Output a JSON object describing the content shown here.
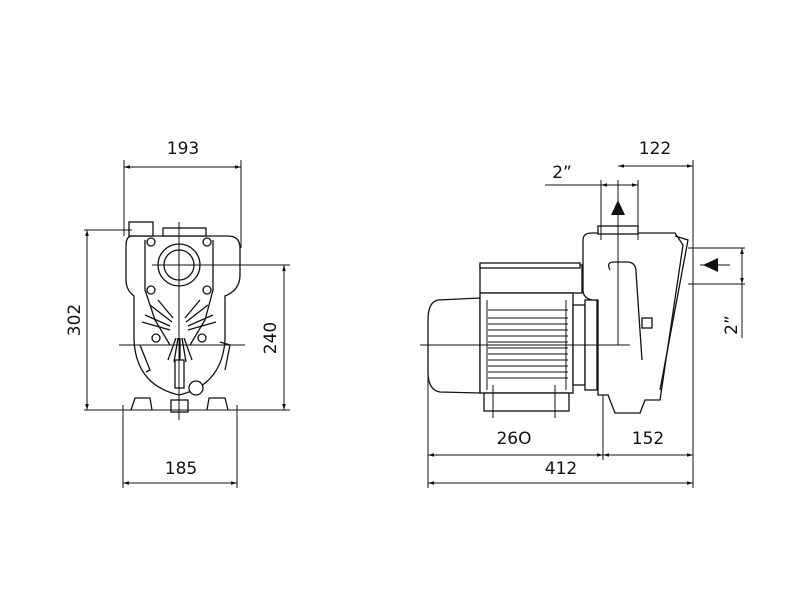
{
  "front_view": {
    "width_top": "193",
    "height_total": "302",
    "height_outlet": "240",
    "width_base": "185"
  },
  "side_view": {
    "outlet_offset": "122",
    "outlet_size": "2”",
    "inlet_size": "2”",
    "motor_length": "26O",
    "pump_length": "152",
    "total_length": "412"
  }
}
